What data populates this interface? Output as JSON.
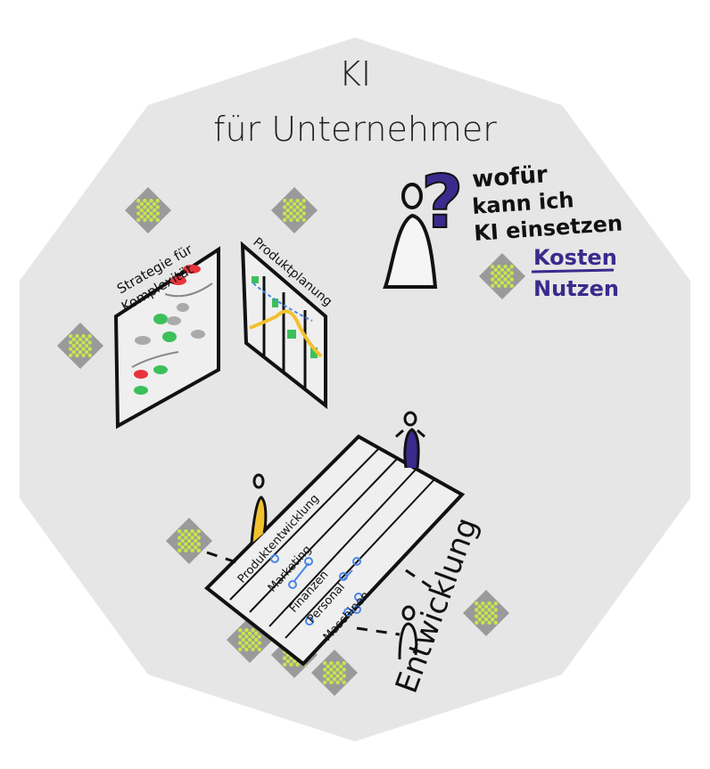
{
  "title": {
    "line1": "KI",
    "line2": "für Unternehmer"
  },
  "question": {
    "line1": "wofür",
    "line2": "kann ich",
    "line3": "KI einsetzen",
    "mark": "?"
  },
  "cost_benefit": {
    "top": "Kosten",
    "bottom": "Nutzen"
  },
  "boards": {
    "strategy": {
      "line1": "Strategie für",
      "line2": "Komplexität"
    },
    "planning": {
      "label": "Produktplanung"
    }
  },
  "table": {
    "rows": [
      "Produktentwicklung",
      "Marketing",
      "Finanzen",
      "Personal",
      "Maschinen"
    ]
  },
  "development": {
    "label": "Entwicklung"
  },
  "colors": {
    "background": "#e6e6e6",
    "accent_purple": "#3b2a8c",
    "figure_yellow": "#f2c12e",
    "green": "#3cc05a",
    "red": "#e8343c",
    "blue": "#4a86e8",
    "chip_green": "#c8e64a"
  }
}
